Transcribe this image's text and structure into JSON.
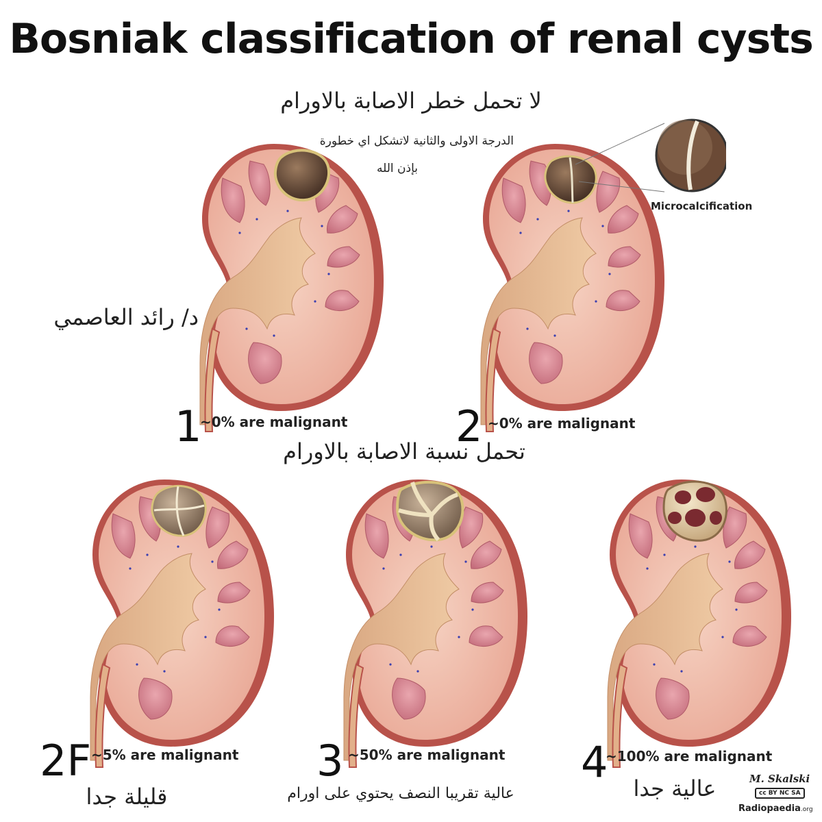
{
  "title": "Bosniak classification of renal cysts",
  "arabic": {
    "no_risk_heading": "لا تحمل خطر الاصابة بالاورام",
    "no_risk_note_line1": "الدرجة الاولى والثانية لاتشكل اي خطورة",
    "no_risk_note_line2": "بإذن الله",
    "author": "د/ رائد العاصمي",
    "risk_heading": "تحمل نسبة الاصابة بالاورام"
  },
  "microcalcification_label": "Microcalcification",
  "categories": [
    {
      "id": "1",
      "number": "1",
      "malignancy": "~0% are malignant",
      "arabic_note": ""
    },
    {
      "id": "2",
      "number": "2",
      "malignancy": "~0% are malignant",
      "arabic_note": ""
    },
    {
      "id": "2f",
      "number": "2F",
      "malignancy": "~5% are malignant",
      "arabic_note": "قليلة جدا"
    },
    {
      "id": "3",
      "number": "3",
      "malignancy": "~50% are malignant",
      "arabic_note": "عالية تقريبا النصف يحتوي على اورام"
    },
    {
      "id": "4",
      "number": "4",
      "malignancy": "~100% are malignant",
      "arabic_note": "عالية جدا"
    }
  ],
  "credits": {
    "artist": "M. Skalski",
    "license": "cc BY NC SA",
    "site_name": "Radiopaedia",
    "site_tld": ".org"
  },
  "colors": {
    "capsule": "#b8524a",
    "cortex": "#f1bda8",
    "pyramid": "#d98a95",
    "sinus": "#e6b98e",
    "cyst_simple": "#6b4a3a",
    "cyst_rim": "#d8c27a"
  }
}
